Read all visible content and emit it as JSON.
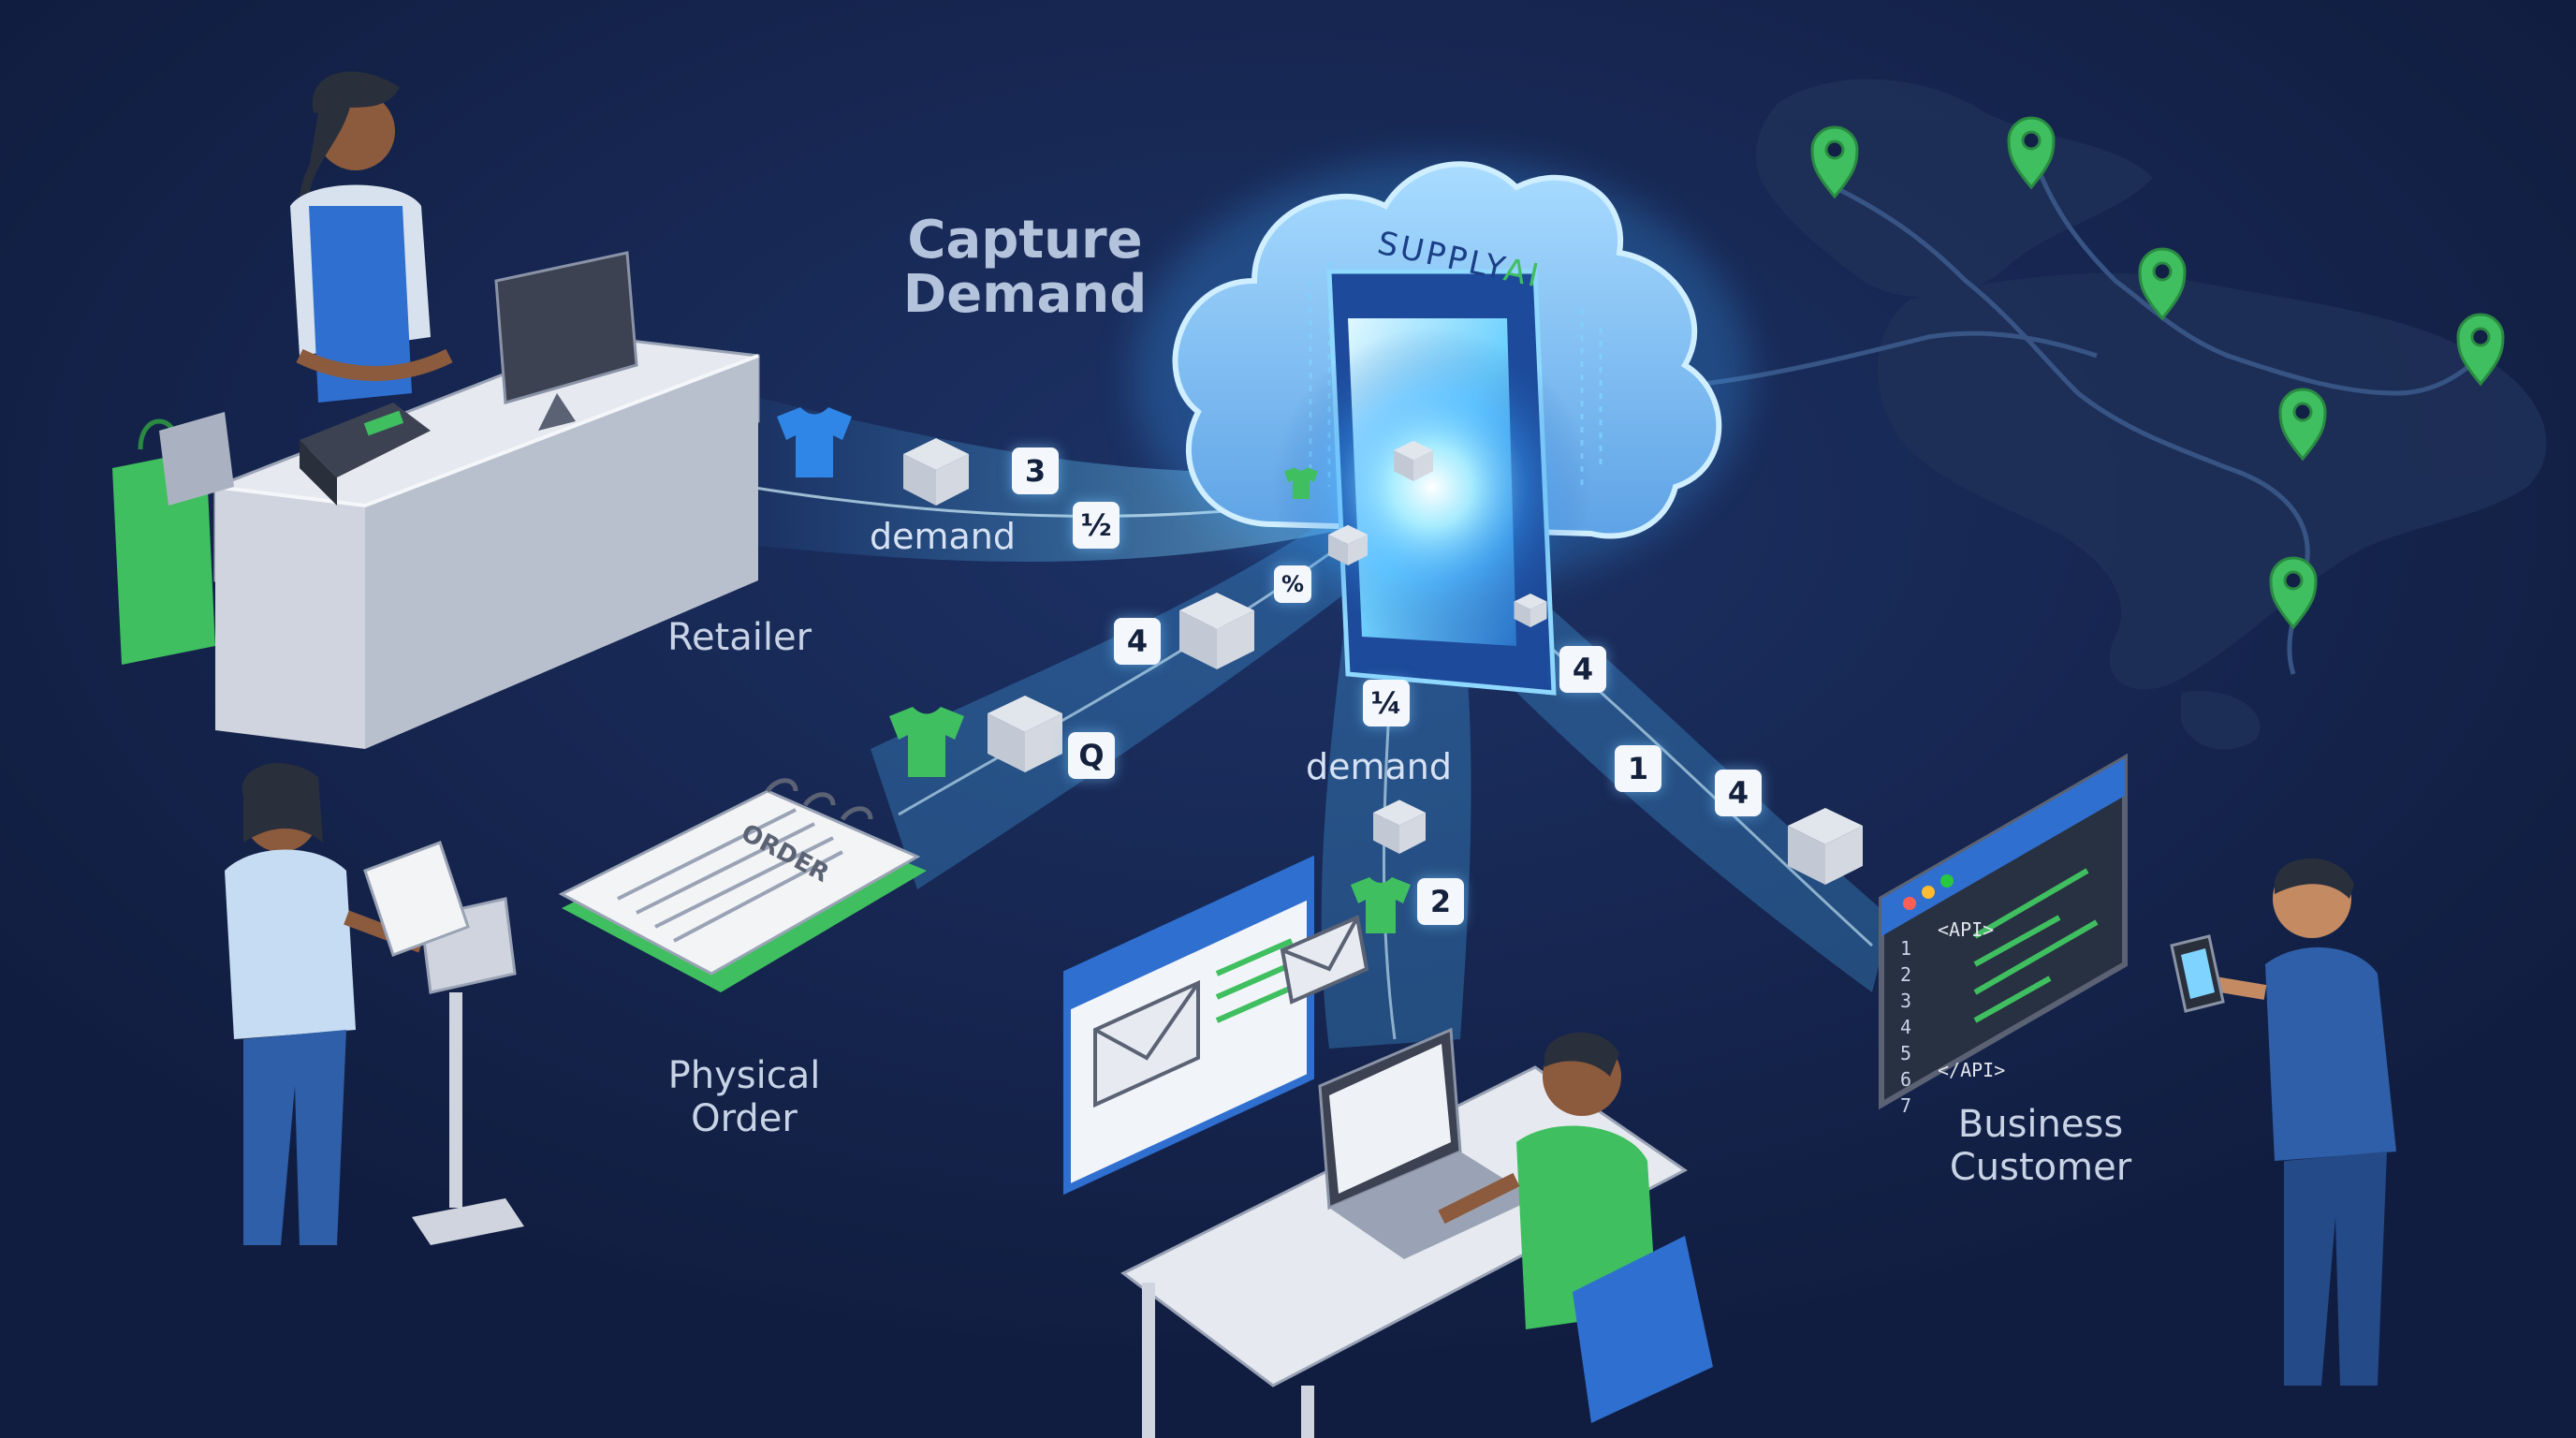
{
  "title": "Capture\nDemand",
  "brand": {
    "part1": "SUPPLY",
    "part2": "AI"
  },
  "labels": {
    "retailer": "Retailer",
    "physical_order": "Physical\nOrder",
    "business_customer": "Business\nCustomer"
  },
  "order_pad_text": "ORDER",
  "flow_labels": {
    "retailer": "demand",
    "email": "demand"
  },
  "code_panel": {
    "line_numbers": [
      "1",
      "2",
      "3",
      "4",
      "5",
      "6",
      "7"
    ],
    "open_tag": "<API>",
    "close_tag": "</API>"
  },
  "tiles": {
    "retailer_flow": [
      "3",
      "½"
    ],
    "order_flow": [
      "4",
      "Q"
    ],
    "order_flow_small": "%",
    "email_flow": [
      "¼",
      "2"
    ],
    "api_flow": [
      "4",
      "1",
      "4"
    ]
  },
  "colors": {
    "background": "#122046",
    "glow": "#5ecbff",
    "accent_green": "#3fbf5f",
    "accent_blue": "#2f6fd0",
    "label_text": "#c8d3e6"
  },
  "icons": [
    "tshirt-icon",
    "box-icon",
    "envelope-icon",
    "map-pin-icon",
    "cloud-icon",
    "cash-register-icon",
    "monitor-icon",
    "phone-icon"
  ]
}
